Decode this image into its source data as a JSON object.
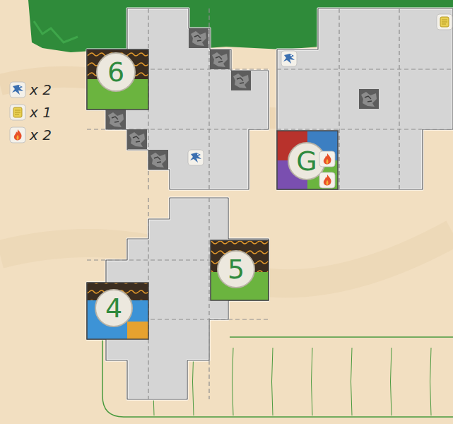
{
  "diagram": {
    "labels": [
      "6",
      "G",
      "5",
      "4"
    ],
    "legend": [
      {
        "text": "x 2"
      },
      {
        "text": "x 1"
      },
      {
        "text": "x 2"
      }
    ]
  }
}
